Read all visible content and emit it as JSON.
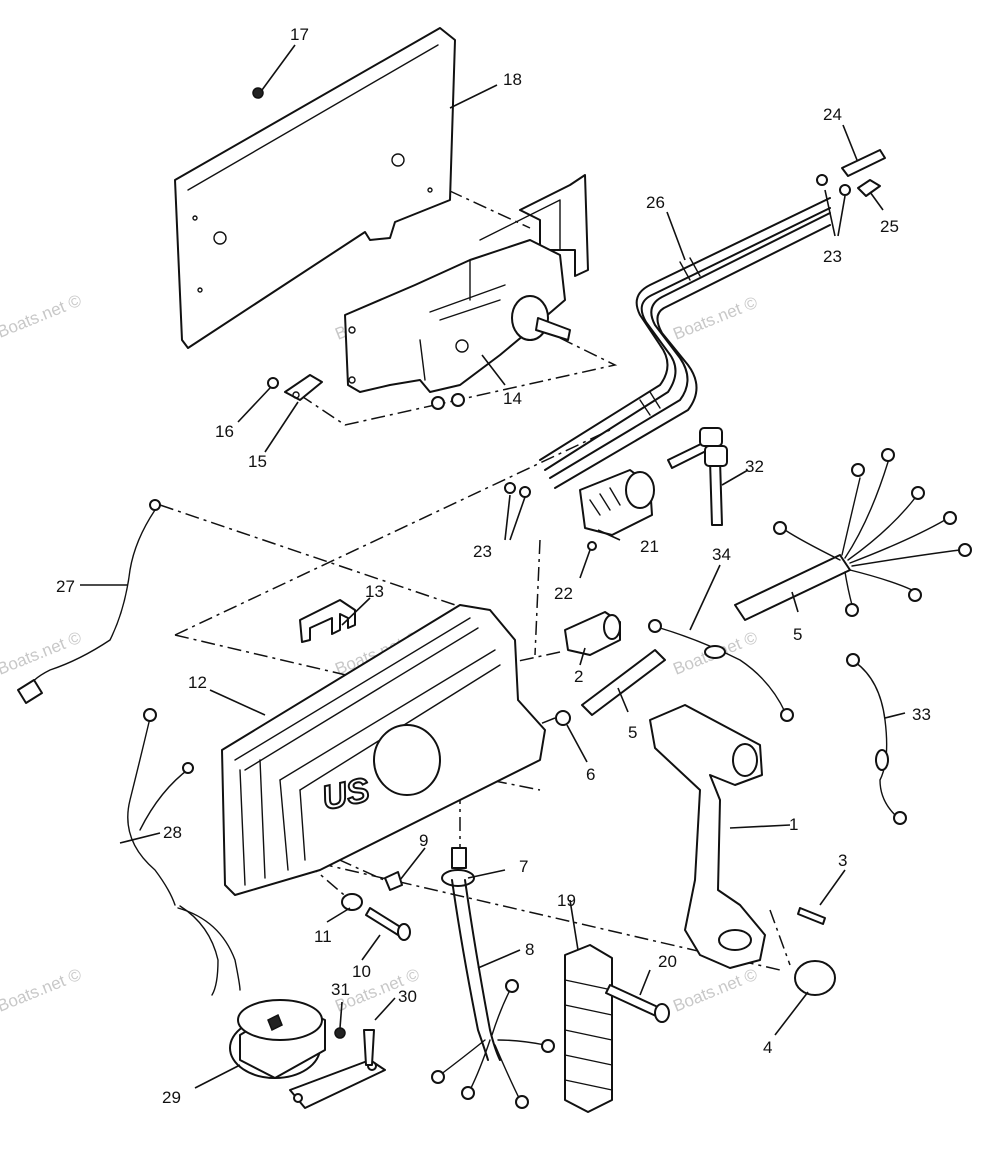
{
  "diagram": {
    "panel_logo": "US",
    "watermark": "Boats.net ©",
    "callouts": [
      "1",
      "2",
      "3",
      "4",
      "5",
      "5",
      "6",
      "7",
      "8",
      "9",
      "10",
      "11",
      "12",
      "13",
      "14",
      "15",
      "16",
      "17",
      "18",
      "19",
      "20",
      "21",
      "22",
      "23",
      "23",
      "23",
      "24",
      "25",
      "26",
      "27",
      "28",
      "29",
      "30",
      "31",
      "32",
      "33",
      "34"
    ]
  }
}
